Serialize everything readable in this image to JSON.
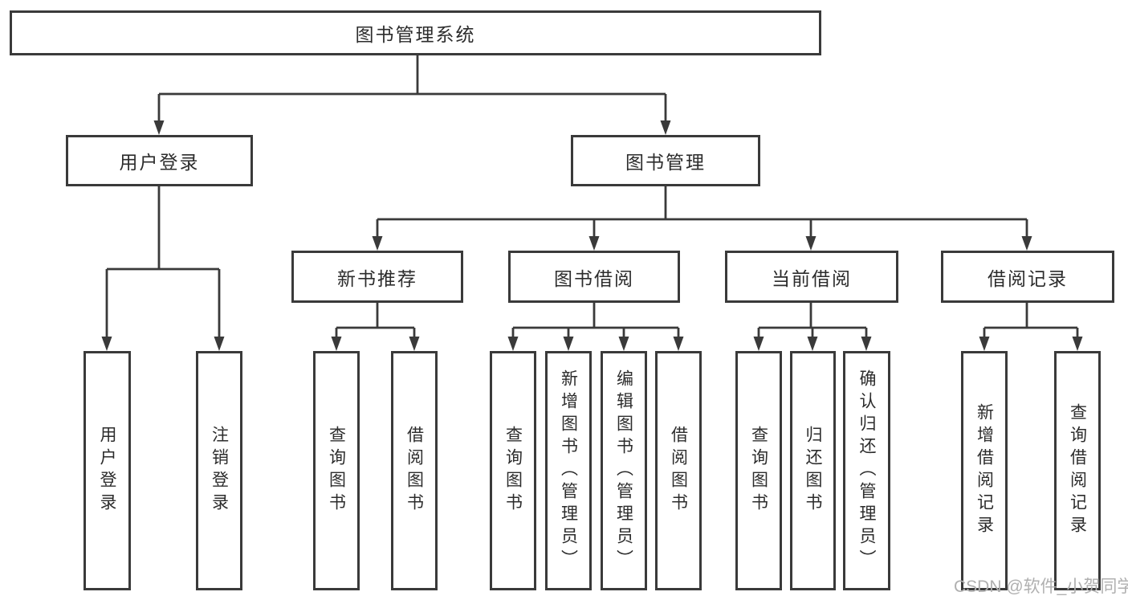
{
  "tree": {
    "label": "图书管理系统",
    "children": [
      {
        "label": "用户登录",
        "children": [
          {
            "label": "用户登录"
          },
          {
            "label": "注销登录"
          }
        ]
      },
      {
        "label": "图书管理",
        "children": [
          {
            "label": "新书推荐",
            "children": [
              {
                "label": "查询图书"
              },
              {
                "label": "借阅图书"
              }
            ]
          },
          {
            "label": "图书借阅",
            "children": [
              {
                "label": "查询图书"
              },
              {
                "label": "新增图书（管理员）"
              },
              {
                "label": "编辑图书（管理员）"
              },
              {
                "label": "借阅图书"
              }
            ]
          },
          {
            "label": "当前借阅",
            "children": [
              {
                "label": "查询图书"
              },
              {
                "label": "归还图书"
              },
              {
                "label": "确认归还（管理员）"
              }
            ]
          },
          {
            "label": "借阅记录",
            "children": [
              {
                "label": "新增借阅记录"
              },
              {
                "label": "查询借阅记录"
              }
            ]
          }
        ]
      }
    ]
  },
  "watermark": {
    "text": "CSDN @软件_小贺同学"
  },
  "colors": {
    "line": "#3a3a3a",
    "text": "#2c2c2c",
    "box_background": "#ffffff",
    "page_background": "#ffffff",
    "watermark": "#b0b0b0"
  }
}
